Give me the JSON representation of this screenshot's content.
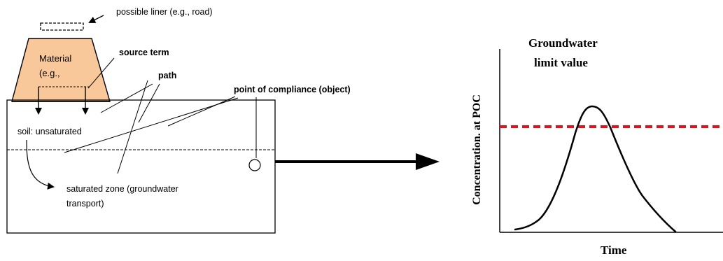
{
  "diagram": {
    "labels": {
      "liner": "possible liner (e.g., road)",
      "material_line1": "Material",
      "material_line2": "(e.g.,",
      "source_term": "source term",
      "path": "path",
      "point_of_compliance": "point of compliance (object)",
      "soil_unsaturated": "soil: unsaturated",
      "saturated_line1": "saturated zone (groundwater",
      "saturated_line2": "transport)"
    },
    "colors": {
      "material_fill": "#f9c89a",
      "stroke": "#000000"
    }
  },
  "chart": {
    "title_line1": "Groundwater",
    "title_line2": "limit value",
    "ylabel": "Concentration. at POC",
    "xlabel": "Time",
    "limit_color": "#e0141e"
  },
  "chart_data": {
    "type": "line",
    "title": "Groundwater limit value",
    "xlabel": "Time",
    "ylabel": "Concentration. at POC",
    "series": [
      {
        "values_shape": "single peak (bell-shaped)",
        "points": [
          [
            0.0,
            0.02
          ],
          [
            0.1,
            0.06
          ],
          [
            0.2,
            0.3
          ],
          [
            0.3,
            0.75
          ],
          [
            0.38,
            0.9
          ],
          [
            0.45,
            0.75
          ],
          [
            0.55,
            0.35
          ],
          [
            0.65,
            0.08
          ],
          [
            0.74,
            0.0
          ]
        ]
      }
    ],
    "limit_line": {
      "y": 0.74,
      "style": "dashed",
      "color": "#e0141e"
    },
    "grid": false
  }
}
